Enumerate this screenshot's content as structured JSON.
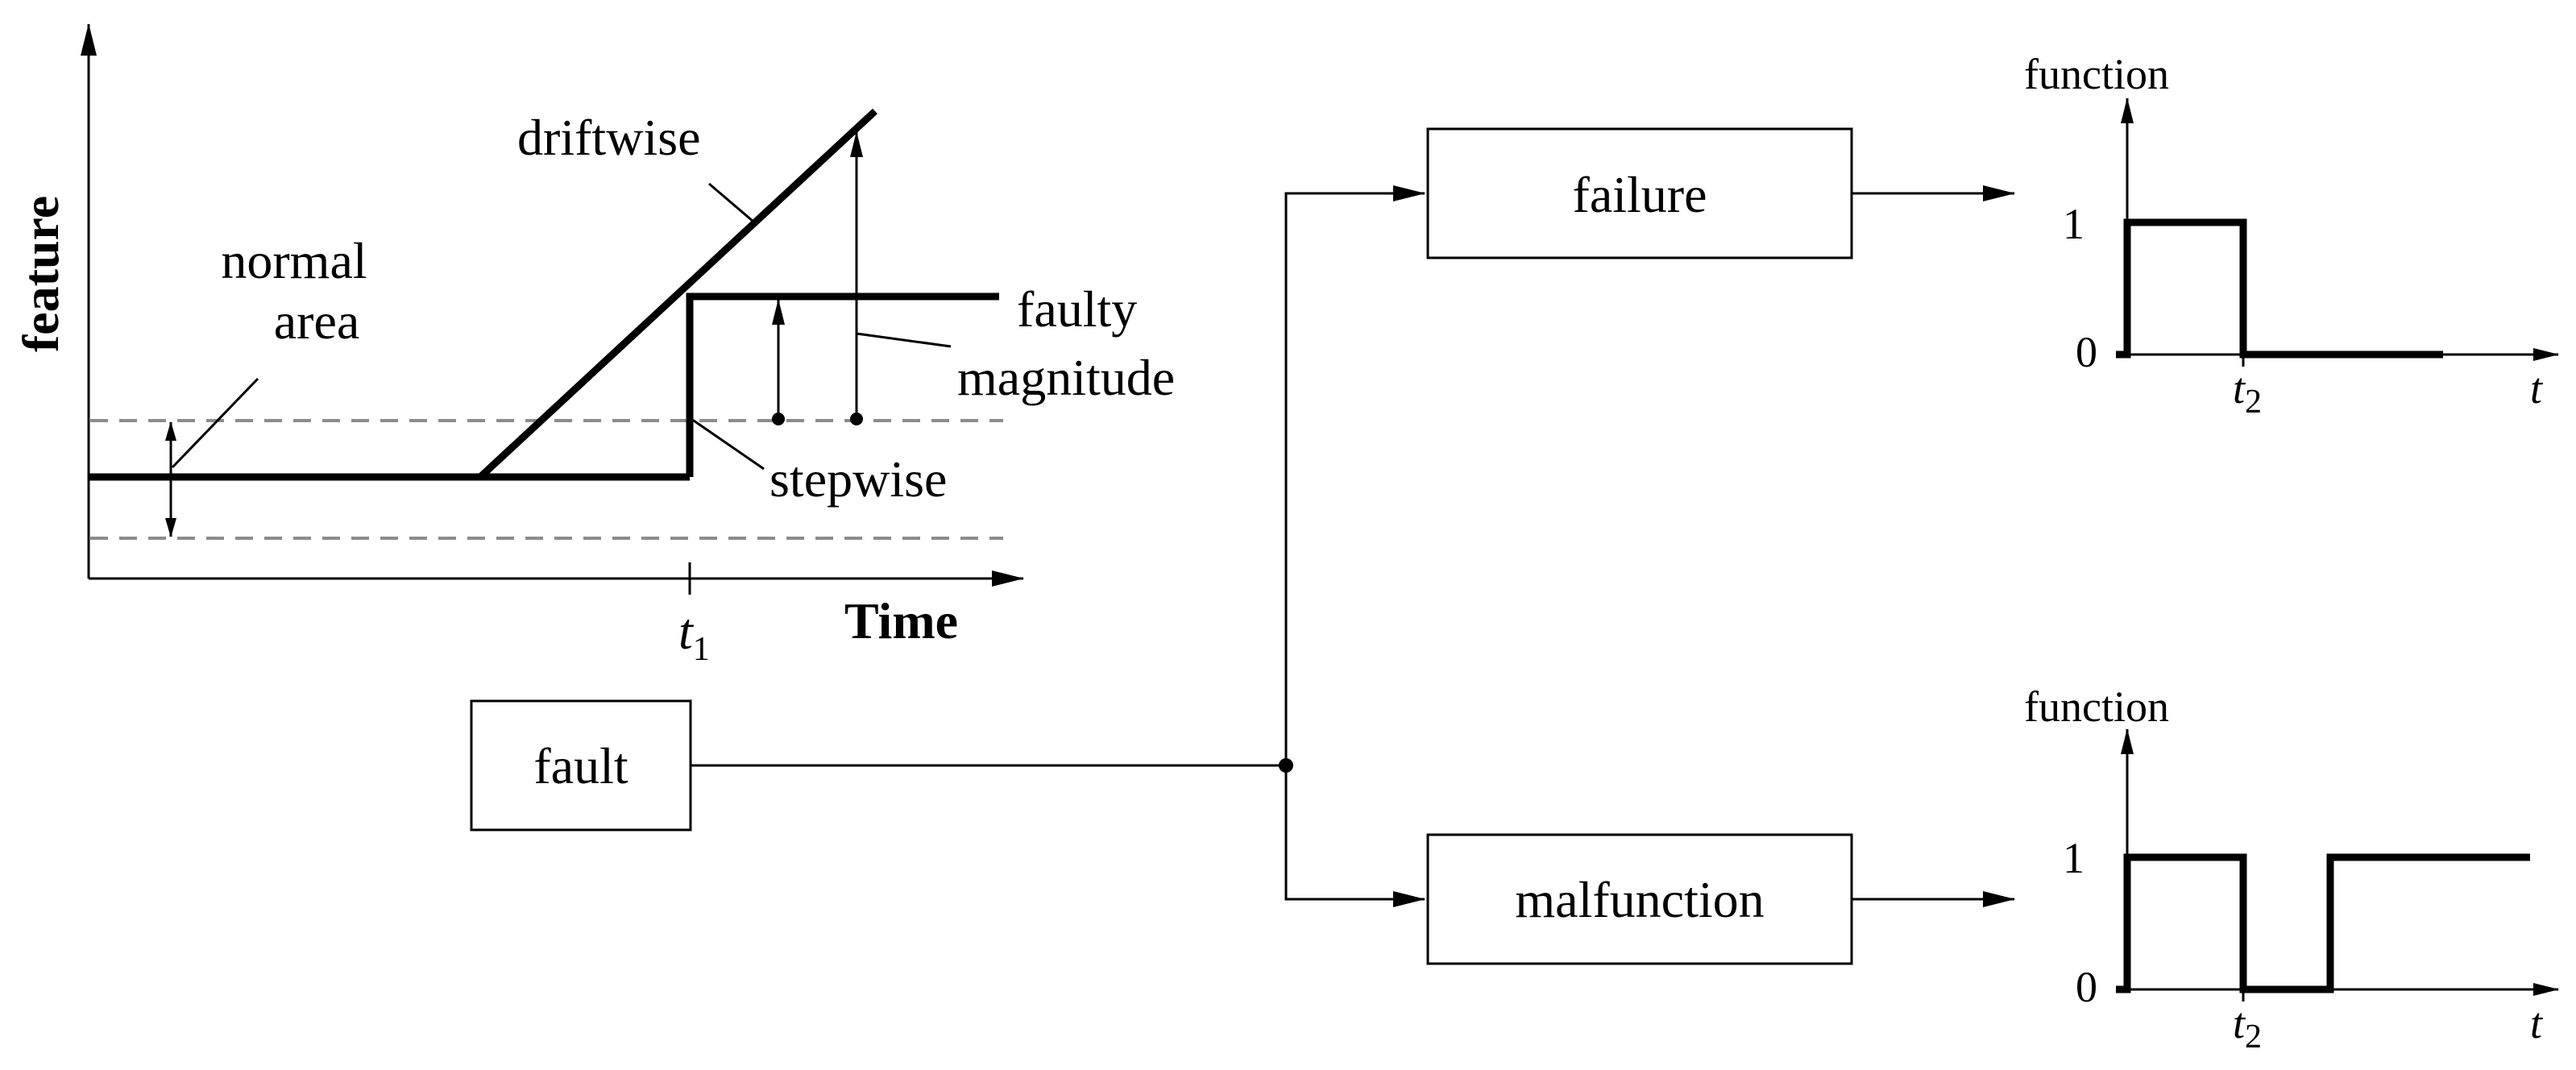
{
  "feature_plot": {
    "y_label": "feature",
    "x_label": "Time",
    "normal_label_line1": "normal",
    "normal_label_line2": "area",
    "driftwise_label": "driftwise",
    "faulty_label_line1": "faulty",
    "faulty_label_line2": "magnitude",
    "stepwise_label": "stepwise",
    "t1_main": "t",
    "t1_sub": "1"
  },
  "blocks": {
    "fault": "fault",
    "failure": "failure",
    "malfunction": "malfunction"
  },
  "failure_plot": {
    "y_label": "function",
    "x_label": "t",
    "tick_1": "1",
    "tick_0": "0",
    "t2_main": "t",
    "t2_sub": "2"
  },
  "malfunction_plot": {
    "y_label": "function",
    "x_label": "t",
    "tick_1": "1",
    "tick_0": "0",
    "t2_main": "t",
    "t2_sub": "2"
  }
}
